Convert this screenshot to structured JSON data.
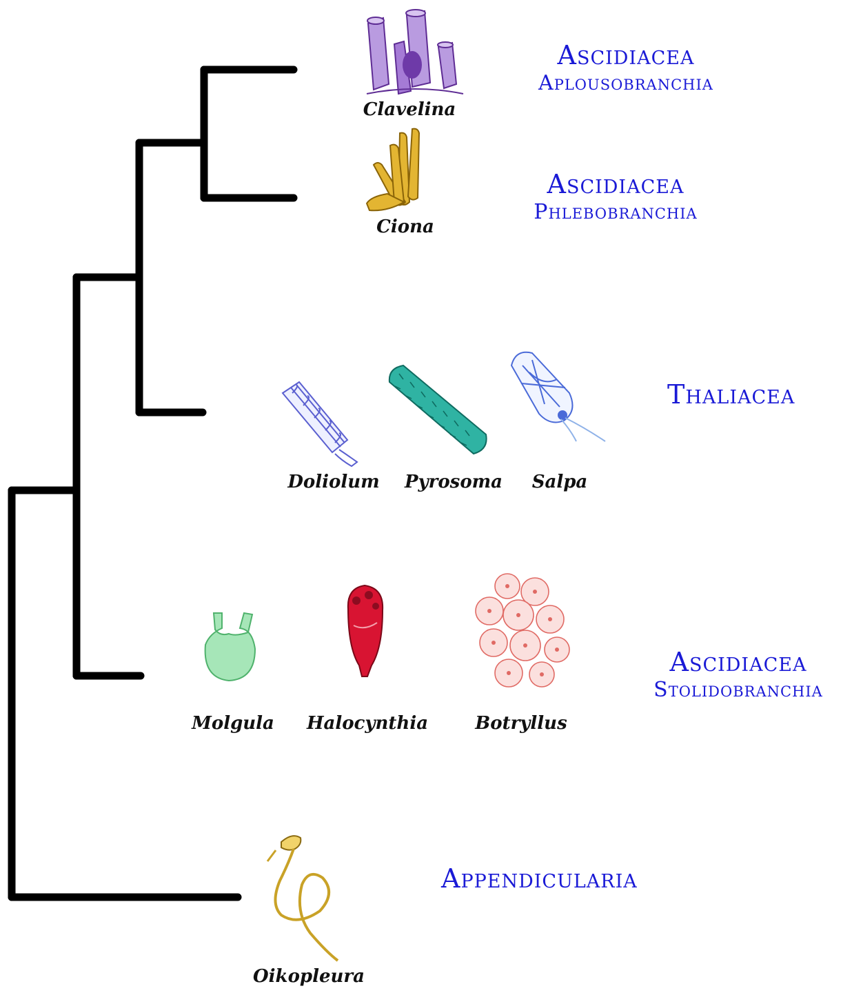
{
  "colors": {
    "branch": "#000000",
    "clade_label": "#1a1ad6",
    "taxon_label": "#111111"
  },
  "clades": {
    "aplousobranchia": {
      "main": "Ascidiacea",
      "sub": "Aplousobranchia"
    },
    "phlebobranchia": {
      "main": "Ascidiacea",
      "sub": "Phlebobranchia"
    },
    "thaliacea": {
      "main": "Thaliacea"
    },
    "stolidobranchia": {
      "main": "Ascidiacea",
      "sub": "Stolidobranchia"
    },
    "appendicularia": {
      "main": "Appendicularia"
    }
  },
  "taxa": {
    "clavelina": "Clavelina",
    "ciona": "Ciona",
    "doliolum": "Doliolum",
    "pyrosoma": "Pyrosoma",
    "salpa": "Salpa",
    "molgula": "Molgula",
    "halocynthia": "Halocynthia",
    "botryllus": "Botryllus",
    "oikopleura": "Oikopleura"
  },
  "illustrations": {
    "clavelina": {
      "icon": "clavelina-illustration",
      "color": "#9a6cc9"
    },
    "ciona": {
      "icon": "ciona-illustration",
      "color": "#d8a623"
    },
    "doliolum": {
      "icon": "doliolum-illustration",
      "color": "#5a5fd0"
    },
    "pyrosoma": {
      "icon": "pyrosoma-illustration",
      "color": "#2aa898"
    },
    "salpa": {
      "icon": "salpa-illustration",
      "color": "#4a6ad8"
    },
    "molgula": {
      "icon": "molgula-illustration",
      "color": "#7fd99a"
    },
    "halocynthia": {
      "icon": "halocynthia-illustration",
      "color": "#c8102e"
    },
    "botryllus": {
      "icon": "botryllus-illustration",
      "color": "#e8807a"
    },
    "oikopleura": {
      "icon": "oikopleura-illustration",
      "color": "#c9a227"
    }
  }
}
